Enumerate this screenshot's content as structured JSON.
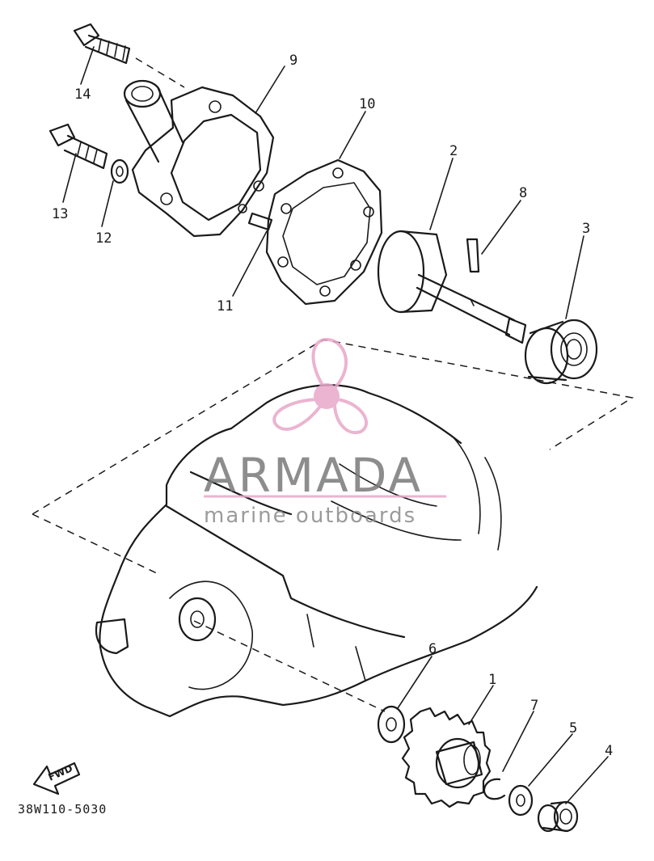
{
  "diagram": {
    "callouts": [
      "1",
      "2",
      "3",
      "4",
      "5",
      "6",
      "7",
      "8",
      "9",
      "10",
      "11",
      "12",
      "13",
      "14"
    ],
    "part_code": "38W110-5030",
    "fwd_label": "FWD"
  },
  "watermark": {
    "brand": "ARMADA",
    "tagline": "marine outboards",
    "accent_color": "#e8a8c8",
    "brand_color": "#7a7a7a"
  }
}
